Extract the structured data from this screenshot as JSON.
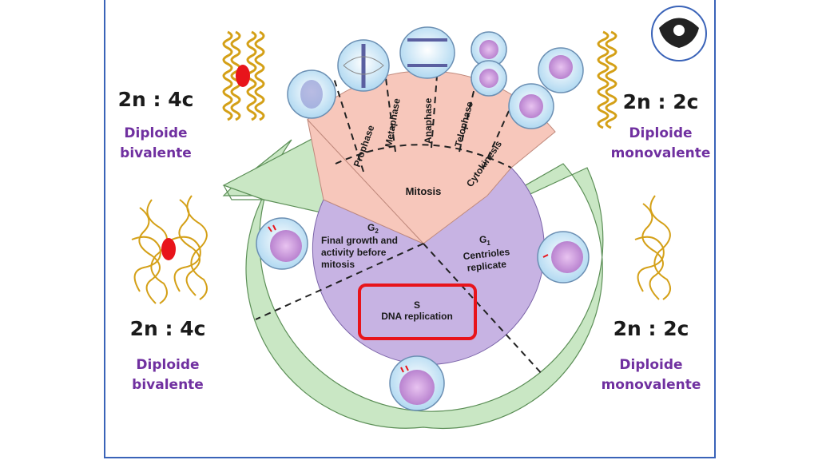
{
  "labels": {
    "top_left": {
      "ratio": "2n : 4c",
      "line1": "Diploide",
      "line2": "bivalente"
    },
    "top_right": {
      "ratio": "2n : 2c",
      "line1": "Diploide",
      "line2": "monovalente"
    },
    "bottom_left": {
      "ratio": "2n : 4c",
      "line1": "Diploide",
      "line2": "bivalente"
    },
    "bottom_right": {
      "ratio": "2n : 2c",
      "line1": "Diploide",
      "line2": "monovalente"
    }
  },
  "cycle": {
    "mitosis": "Mitosis",
    "phases": [
      "Prophase",
      "Metaphase",
      "Anaphase",
      "Telophase",
      "Cytokinesis"
    ],
    "g2": {
      "title": "G",
      "sub": "2",
      "line1": "Final growth and",
      "line2": "activity before",
      "line3": "mitosis"
    },
    "g1": {
      "title": "G",
      "sub": "1",
      "line1": "Centrioles",
      "line2": "replicate"
    },
    "s": {
      "title": "S",
      "line1": "DNA replication"
    }
  },
  "colors": {
    "outer_ring": "#c9e7c4",
    "interphase": "#c7b3e3",
    "mitosis": "#f7c7bb",
    "highlight": "#e8141b",
    "chromosome": "#d4a017",
    "centromere": "#e8141b",
    "purple_text": "#7030a0",
    "border": "#3a63b8"
  },
  "icons": [
    "chromosome-icon",
    "cell-icon",
    "crest-logo-icon"
  ]
}
